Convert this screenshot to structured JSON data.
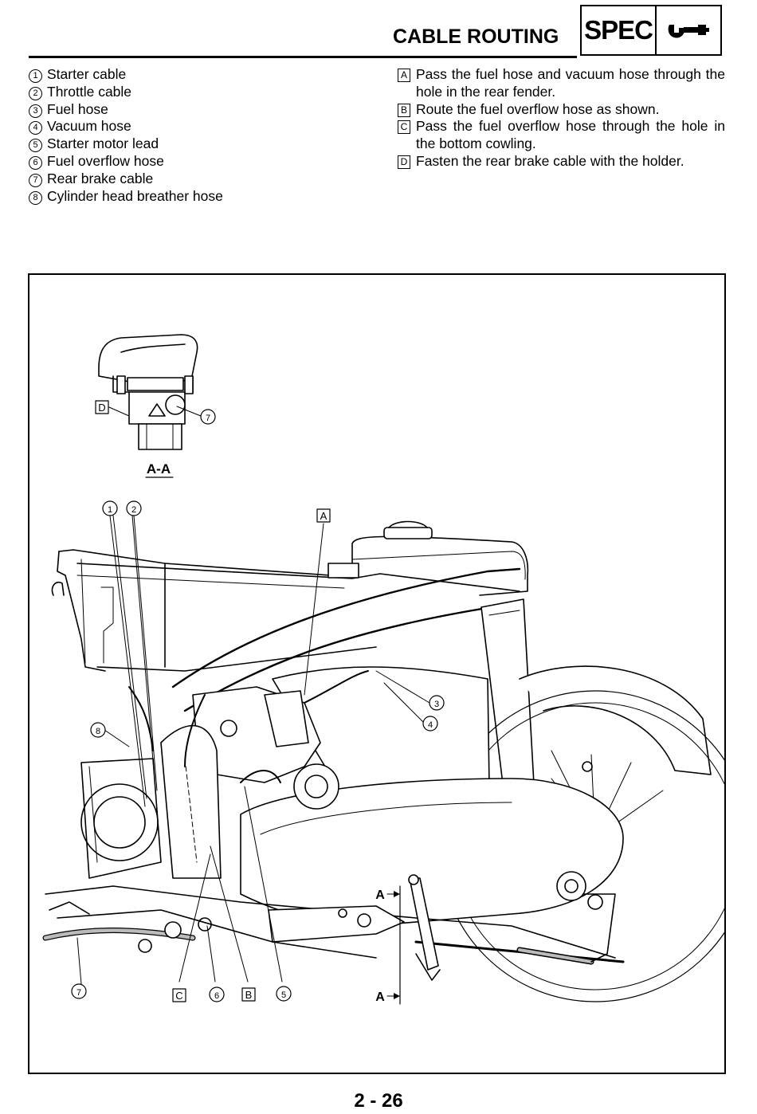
{
  "header": {
    "title": "CABLE ROUTING",
    "spec_label": "SPEC",
    "spec_icon": "wrench-icon"
  },
  "parts": [
    {
      "num": "1",
      "label": "Starter cable"
    },
    {
      "num": "2",
      "label": "Throttle cable"
    },
    {
      "num": "3",
      "label": "Fuel hose"
    },
    {
      "num": "4",
      "label": "Vacuum hose"
    },
    {
      "num": "5",
      "label": "Starter motor lead"
    },
    {
      "num": "6",
      "label": "Fuel overflow hose"
    },
    {
      "num": "7",
      "label": "Rear brake cable"
    },
    {
      "num": "8",
      "label": "Cylinder head breather hose"
    }
  ],
  "instructions": [
    {
      "letter": "A",
      "text": "Pass the fuel hose and vacuum hose through the hole in the rear fender."
    },
    {
      "letter": "B",
      "text": "Route the fuel overflow hose as shown."
    },
    {
      "letter": "C",
      "text": "Pass the fuel overflow hose through the hole in the bottom cowling."
    },
    {
      "letter": "D",
      "text": "Fasten the rear brake cable with the holder."
    }
  ],
  "figure": {
    "section_label": "A-A",
    "callouts": {
      "d": "D",
      "seven_inset": "7",
      "one": "1",
      "two": "2",
      "a": "A",
      "three": "3",
      "four": "4",
      "eight": "8",
      "seven": "7",
      "c": "C",
      "six": "6",
      "b": "B",
      "five": "5",
      "arrow_top": "A",
      "arrow_bottom": "A"
    }
  },
  "footer": {
    "page_number": "2 - 26"
  }
}
